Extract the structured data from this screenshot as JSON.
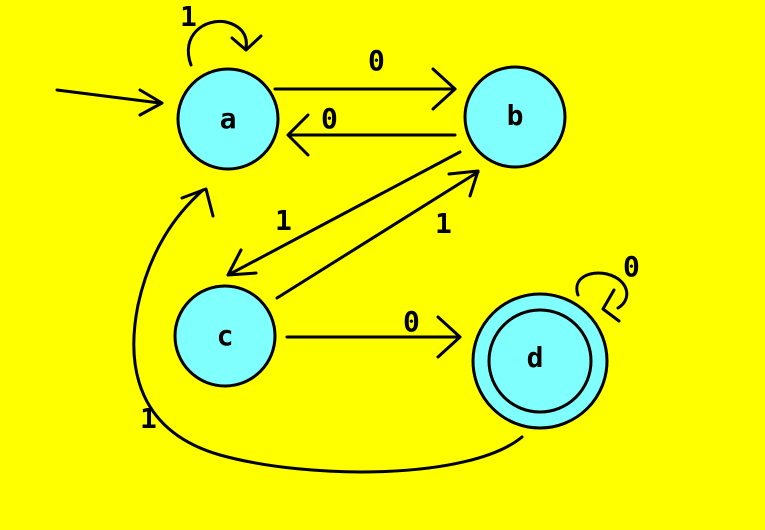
{
  "colors": {
    "background": "#ffff00",
    "state_fill": "#80ffff",
    "stroke": "#000000"
  },
  "states": [
    {
      "id": "a",
      "label": "a",
      "start": true,
      "accepting": false
    },
    {
      "id": "b",
      "label": "b",
      "start": false,
      "accepting": false
    },
    {
      "id": "c",
      "label": "c",
      "start": false,
      "accepting": false
    },
    {
      "id": "d",
      "label": "d",
      "start": false,
      "accepting": true
    }
  ],
  "transitions": [
    {
      "id": "a-a",
      "from": "a",
      "to": "a",
      "symbol": "1"
    },
    {
      "id": "a-b",
      "from": "a",
      "to": "b",
      "symbol": "0"
    },
    {
      "id": "b-a",
      "from": "b",
      "to": "a",
      "symbol": "0"
    },
    {
      "id": "b-c",
      "from": "b",
      "to": "c",
      "symbol": "1"
    },
    {
      "id": "c-b",
      "from": "c",
      "to": "b",
      "symbol": "1"
    },
    {
      "id": "c-d",
      "from": "c",
      "to": "d",
      "symbol": "0"
    },
    {
      "id": "d-d",
      "from": "d",
      "to": "d",
      "symbol": "0"
    },
    {
      "id": "d-a",
      "from": "d",
      "to": "a",
      "symbol": "1"
    }
  ]
}
